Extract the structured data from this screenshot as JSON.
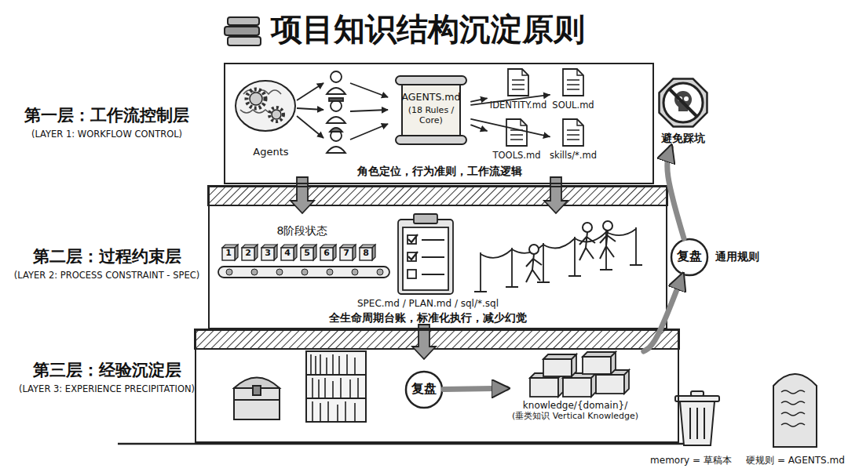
{
  "diagram": {
    "title": "项目知识结构沉淀原则",
    "nodes": [
      {
        "text": [
          "第一层：工作流控制层",
          "(LAYER 1: WORKFLOW CONTROL)",
          "角色定位，行为准则，工作流逻辑"
        ]
      },
      {
        "text": [
          "AGENTS.md",
          "(18 Rules / Core)"
        ],
        "in": 0
      },
      {
        "text": [
          "IDENTITY.md"
        ],
        "in": 0
      },
      {
        "text": [
          "SOUL.md"
        ],
        "in": 0
      },
      {
        "text": [
          "TOOLS.md"
        ],
        "in": 0
      },
      {
        "text": [
          "skills/*.md"
        ],
        "in": 0
      },
      {
        "text": [
          "第二层：过程约束层",
          "(LAYER 2: PROCESS CONSTRAINT - SPEC)",
          "SPEC.md / PLAN.md / sql/*.sql",
          "全生命周期台账，标准化执行，减少幻觉"
        ]
      },
      {
        "text": [
          "1"
        ],
        "in": 6
      },
      {
        "text": [
          "2"
        ],
        "in": 6
      },
      {
        "text": [
          "3"
        ],
        "in": 6
      },
      {
        "text": [
          "4"
        ],
        "in": 6
      },
      {
        "text": [
          "5"
        ],
        "in": 6
      },
      {
        "text": [
          "6"
        ],
        "in": 6
      },
      {
        "text": [
          "7"
        ],
        "in": 6
      },
      {
        "text": [
          "8"
        ],
        "in": 6
      },
      {
        "text": [
          "第三层：经验沉淀层",
          "(LAYER 3: EXPERIENCE PRECIPITATION)"
        ]
      },
      {
        "text": [
          "复盘"
        ],
        "in": 15
      },
      {
        "text": [
          "knowledge/{domain}/",
          "(垂类知识 Vertical Knowledge)"
        ],
        "in": 15
      },
      {
        "text": [
          "复盘",
          "通用规则"
        ]
      },
      {
        "text": [
          "避免踩坑"
        ]
      }
    ],
    "edges": [
      {
        "from": 1,
        "to": 2,
        "arrow": "to"
      },
      {
        "from": 1,
        "to": 3,
        "arrow": "to"
      },
      {
        "from": 1,
        "to": 4,
        "arrow": "to"
      },
      {
        "from": 1,
        "to": 5,
        "arrow": "to"
      },
      {
        "from": 16,
        "to": 17,
        "arrow": "to"
      },
      {
        "from": 17,
        "to": 18,
        "arrow": "to"
      },
      {
        "from": 18,
        "to": 19,
        "arrow": "to"
      }
    ],
    "labels": [
      "Agents",
      "8阶段状态",
      "memory = 草稿本",
      "硬规则 = AGENTS.md"
    ]
  }
}
